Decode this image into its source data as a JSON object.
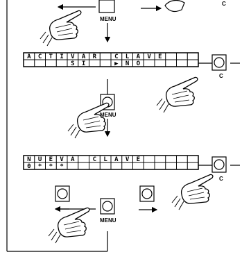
{
  "labels": {
    "menu": "MENU",
    "c": "C"
  },
  "lcd1": {
    "row1": [
      "A",
      "C",
      "T",
      "I",
      "V",
      "A",
      "R",
      "",
      "C",
      "L",
      "A",
      "V",
      "E",
      "",
      "",
      ""
    ],
    "row2": [
      "",
      "",
      "",
      "",
      "S",
      "I",
      "",
      "",
      "",
      "N",
      "O",
      "",
      "",
      "",
      "",
      ""
    ],
    "cursor_glyph": "▶"
  },
  "lcd2": {
    "row1": [
      "N",
      "U",
      "E",
      "V",
      "A",
      "",
      "C",
      "L",
      "A",
      "V",
      "E",
      "",
      "",
      "",
      "",
      ""
    ],
    "row2": [
      "0",
      "*",
      "*",
      "*",
      "",
      "",
      "",
      "",
      "",
      "",
      "",
      "",
      "",
      "",
      "",
      ""
    ]
  },
  "icons": [
    "hand-pointer-icon",
    "button-icon",
    "arrow-icon"
  ]
}
